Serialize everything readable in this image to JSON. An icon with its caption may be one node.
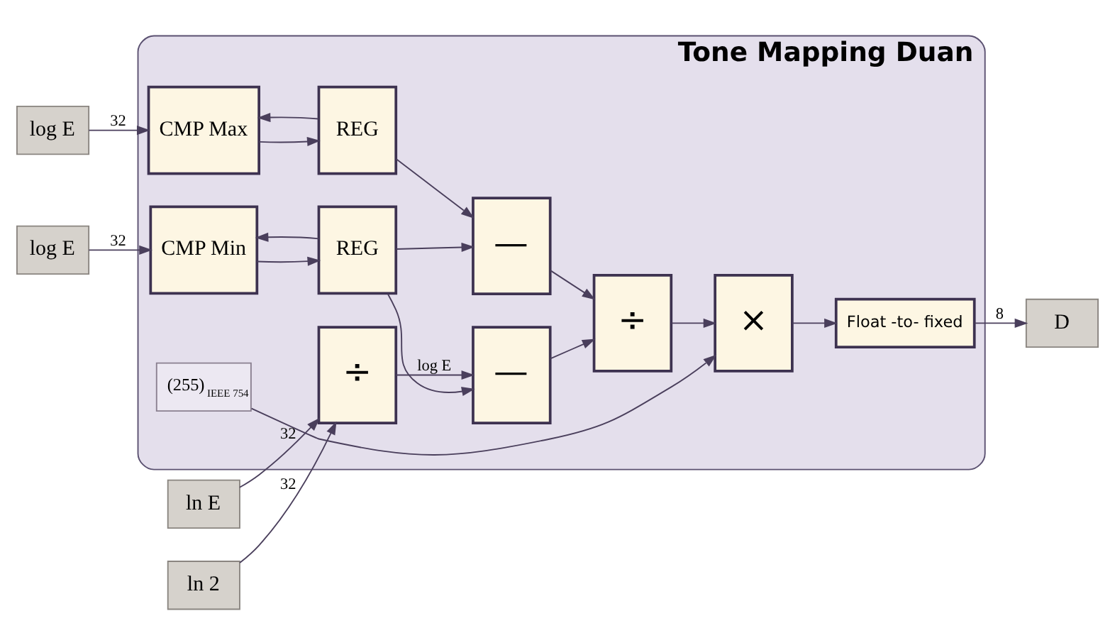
{
  "diagram": {
    "nodes": [
      {
        "text": [
          "Tone Mapping Duan"
        ]
      },
      {
        "text": [
          "ln E"
        ]
      },
      {
        "text": [
          "ln 2"
        ]
      },
      {
        "text": [
          "log E"
        ]
      },
      {
        "text": [
          "log E"
        ]
      },
      {
        "text": [
          "÷"
        ],
        "in": 0
      },
      {
        "text": [
          "—"
        ],
        "in": 0
      },
      {
        "text": [
          "CMP Max"
        ],
        "in": 0
      },
      {
        "text": [
          "REG"
        ],
        "in": 0
      },
      {
        "text": [
          "CMP Min"
        ],
        "in": 0
      },
      {
        "text": [
          "REG"
        ],
        "in": 0
      },
      {
        "text": [
          "—"
        ],
        "in": 0
      },
      {
        "text": [
          "÷"
        ],
        "in": 0
      },
      {
        "text": [
          "×"
        ],
        "in": 0
      },
      {
        "text": [
          "(255)$_{IEEE 754}$"
        ],
        "in": 0
      },
      {
        "text": [
          "Float -to- fixed"
        ],
        "in": 0
      },
      {
        "text": [
          "D"
        ]
      }
    ],
    "edges": [
      {
        "from": 1,
        "to": 5,
        "arrow": "to",
        "label": "32"
      },
      {
        "from": 2,
        "to": 5,
        "arrow": "to",
        "label": "32"
      },
      {
        "from": 5,
        "to": 6,
        "arrow": "to",
        "label": "log E"
      },
      {
        "from": 3,
        "to": 7,
        "arrow": "to",
        "label": "32"
      },
      {
        "from": 7,
        "to": 8,
        "arrow": "to"
      },
      {
        "from": 8,
        "to": 7,
        "arrow": "to"
      },
      {
        "from": 8,
        "to": 11,
        "arrow": "to"
      },
      {
        "from": 4,
        "to": 9,
        "arrow": "to",
        "label": "32"
      },
      {
        "from": 9,
        "to": 10,
        "arrow": "to"
      },
      {
        "from": 10,
        "to": 9,
        "arrow": "to"
      },
      {
        "from": 10,
        "to": 11,
        "arrow": "to"
      },
      {
        "from": 10,
        "to": 6,
        "arrow": "to"
      },
      {
        "from": 6,
        "to": 12,
        "arrow": "to"
      },
      {
        "from": 11,
        "to": 12,
        "arrow": "to"
      },
      {
        "from": 12,
        "to": 13,
        "arrow": "to"
      },
      {
        "from": 14,
        "to": 13,
        "arrow": "to"
      },
      {
        "from": 13,
        "to": 15,
        "arrow": "to"
      },
      {
        "from": 15,
        "to": 16,
        "arrow": "to",
        "label": "8"
      }
    ]
  }
}
